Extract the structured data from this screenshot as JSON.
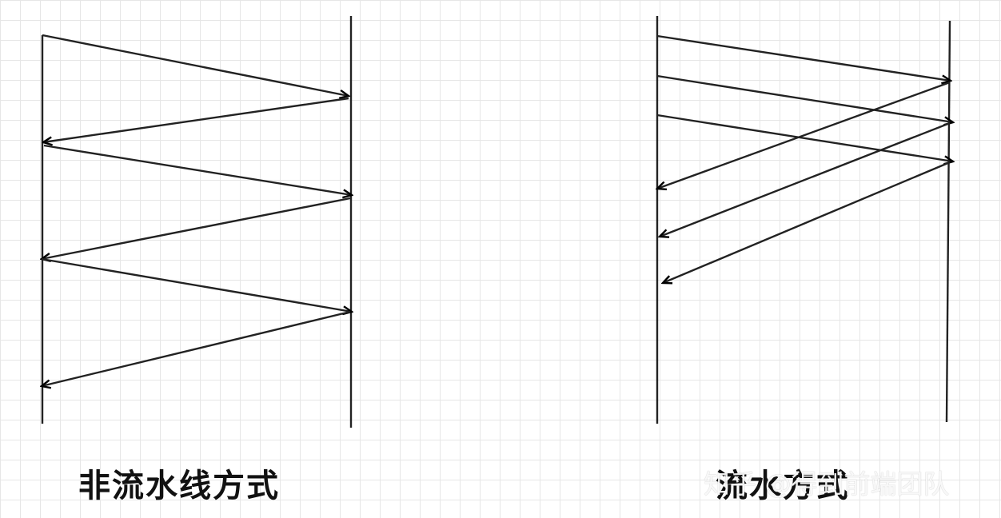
{
  "diagram": {
    "left_caption": "非流水线方式",
    "right_caption": "流水方式",
    "watermark": "知乎 @得到前端团队"
  }
}
